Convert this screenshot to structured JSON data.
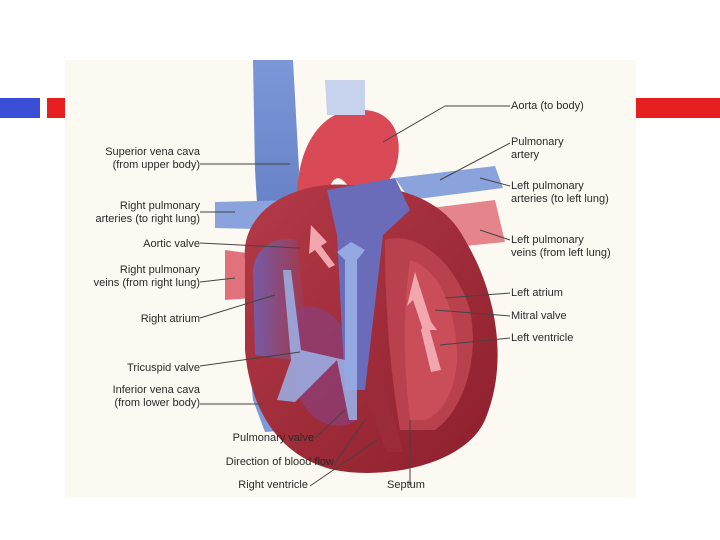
{
  "slide": {
    "accent_colors": {
      "blue": "#3b4fd6",
      "red": "#e62020"
    }
  },
  "diagram": {
    "labels": {
      "aorta": "Aorta (to body)",
      "pulmonary_artery": "Pulmonary\nartery",
      "left_pulmonary_arteries": "Left pulmonary\narteries (to left lung)",
      "left_pulmonary_veins": "Left pulmonary\nveins (from left lung)",
      "left_atrium": "Left atrium",
      "mitral_valve": "Mitral valve",
      "left_ventricle": "Left ventricle",
      "superior_vena_cava": "Superior vena cava\n(from upper body)",
      "right_pulmonary_arteries": "Right pulmonary\narteries (to right lung)",
      "aortic_valve": "Aortic valve",
      "right_pulmonary_veins": "Right pulmonary\nveins (from right lung)",
      "right_atrium": "Right atrium",
      "tricuspid_valve": "Tricuspid valve",
      "inferior_vena_cava": "Inferior vena cava\n(from lower body)",
      "pulmonary_valve": "Pulmonary valve",
      "direction_of_blood_flow": "Direction of blood flow",
      "right_ventricle": "Right ventricle",
      "septum": "Septum"
    }
  }
}
